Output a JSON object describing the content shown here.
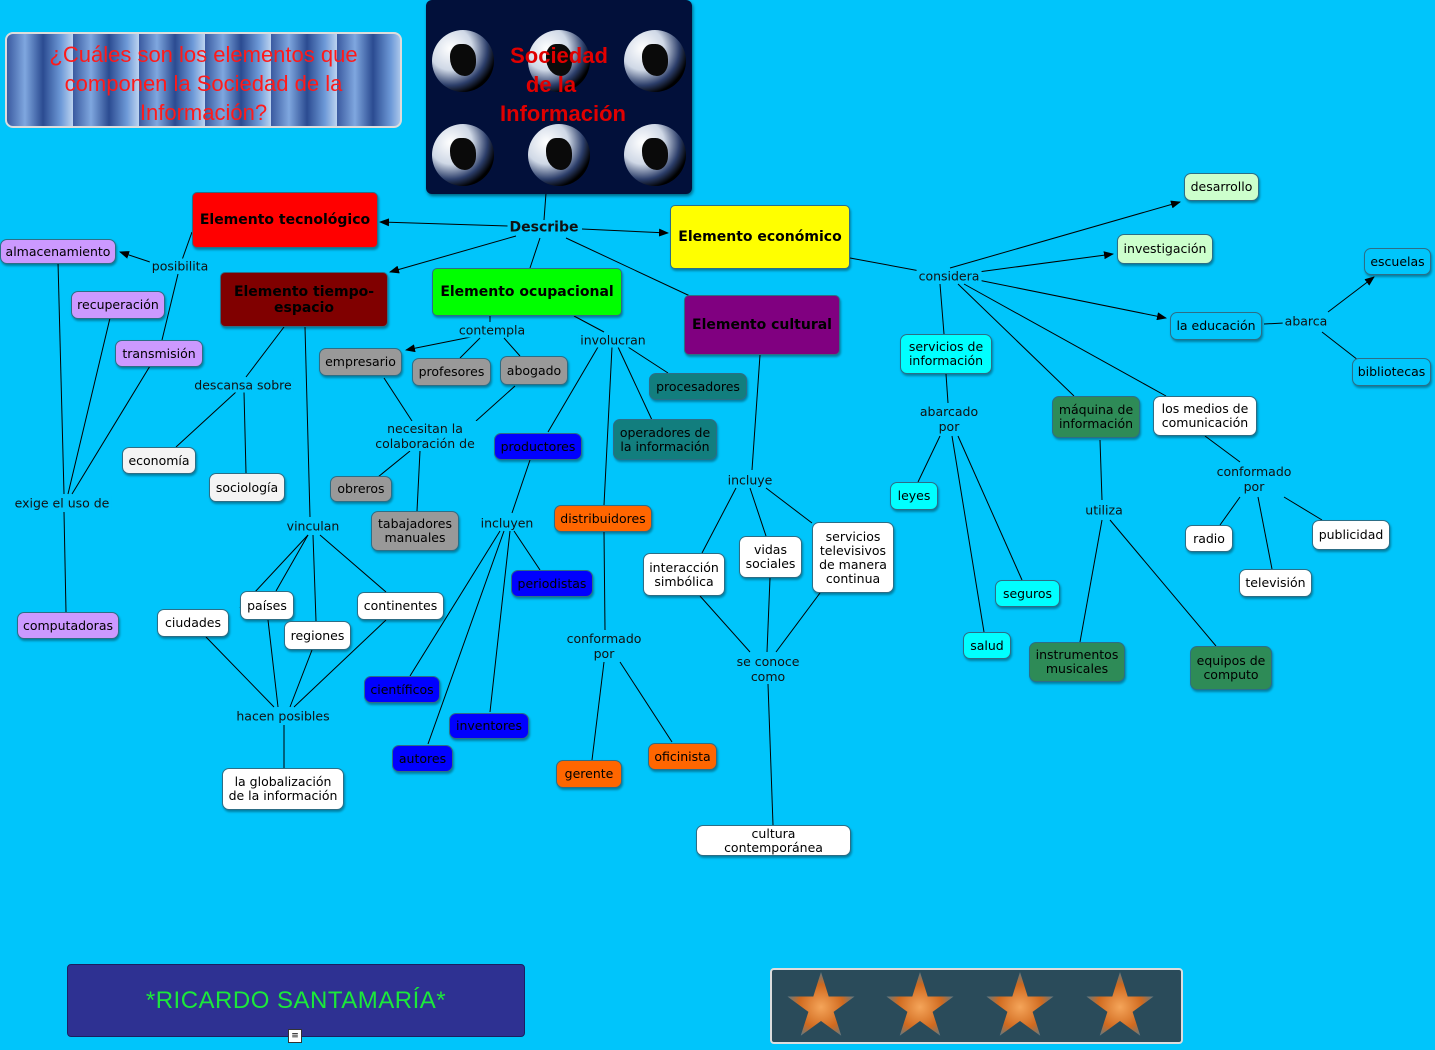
{
  "title_question": "¿Cuáles son los elementos que componen la Sociedad de la Información?",
  "logo_title": [
    "Sociedad",
    "de la",
    "Información"
  ],
  "author": "*RICARDO SANTAMARÍA*",
  "nodes": {
    "tecnologico": "Elemento tecnológico",
    "economico": "Elemento económico",
    "tiempo_espacio": "Elemento tiempo-espacio",
    "ocupacional": "Elemento ocupacional",
    "cultural": "Elemento cultural",
    "almacenamiento": "almacenamiento",
    "recuperacion": "recuperación",
    "transmision": "transmisión",
    "computadoras": "computadoras",
    "economia": "economía",
    "sociologia": "sociología",
    "ciudades": "ciudades",
    "paises": "países",
    "regiones": "regiones",
    "continentes": "continentes",
    "globalizacion": "la globalización de la información",
    "empresario": "empresario",
    "profesores": "profesores",
    "abogado": "abogado",
    "obreros": "obreros",
    "trabajadores": "tabajadores manuales",
    "productores": "productores",
    "periodistas": "periodistas",
    "cientificos": "científicos",
    "inventores": "inventores",
    "autores": "autores",
    "distribuidores": "distribuidores",
    "gerente": "gerente",
    "oficinista": "oficinista",
    "procesadores": "procesadores",
    "operadores": "operadores de la información",
    "interaccion": "interacción simbólica",
    "vidas": "vidas sociales",
    "servicios_tv": "servicios televisivos de manera continua",
    "cultura": "cultura contemporánea",
    "desarrollo": "desarrollo",
    "investigacion": "investigación",
    "educacion": "la educación",
    "escuelas": "escuelas",
    "bibliotecas": "bibliotecas",
    "servicios_info": "servicios de información",
    "leyes": "leyes",
    "seguros": "seguros",
    "salud": "salud",
    "maquina": "máquina de información",
    "instrumentos": "instrumentos musicales",
    "equipos": "equipos de computo",
    "medios": "los medios de comunicación",
    "radio": "radio",
    "television": "televisión",
    "publicidad": "publicidad"
  },
  "links": {
    "describe": "Describe",
    "posibilita": "posibilita",
    "exige": "exige el uso de",
    "descansa": "descansa sobre",
    "vinculan": "vinculan",
    "hacen": "hacen posibles",
    "contempla": "contempla",
    "involucran": "involucran",
    "necesitan": "necesitan la colaboración de",
    "incluyen": "incluyen",
    "conformado1": "conformado por",
    "incluye": "incluye",
    "se_conoce": "se conoce como",
    "considera": "considera",
    "abarca": "abarca",
    "abarcado": "abarcado por",
    "utiliza": "utiliza",
    "conformado2": "conformado por"
  },
  "colors": {
    "background": "#00c5fb",
    "tecnologico": "#ff0000",
    "economico": "#ffff00",
    "tiempo_espacio": "#800000",
    "ocupacional": "#00ff00",
    "cultural": "#800080",
    "lilac": "#cc99ff",
    "grey": "#999999",
    "blue": "#0000ff",
    "orange": "#ff6600",
    "teal": "#127e7e",
    "seagreen": "#2e8b57",
    "lightgreen": "#ccffcc",
    "aqua": "#00ffff",
    "white": "#ffffff",
    "author_bg": "#2e3192",
    "author_text": "#1be93a"
  }
}
